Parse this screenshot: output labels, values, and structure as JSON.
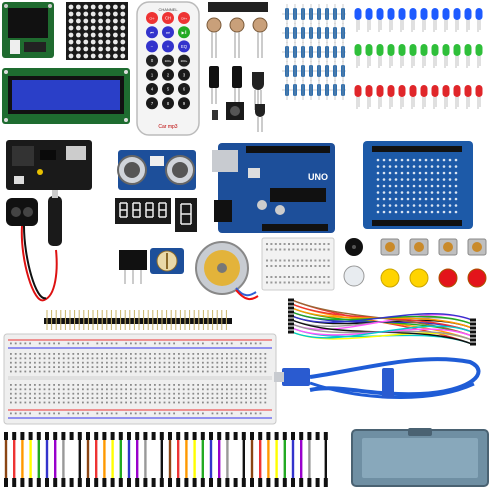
{
  "remote": {
    "label": "CHANNEL",
    "buttons": [
      "CH-",
      "CH",
      "CH+",
      "⏮",
      "⏭",
      "▶‖",
      "−",
      "+",
      "EQ",
      "0",
      "100+",
      "200+",
      "1",
      "2",
      "3",
      "4",
      "5",
      "6",
      "7",
      "8",
      "9"
    ],
    "brand": "Car mp3"
  },
  "uno": {
    "logo": "UNO"
  },
  "colors": {
    "pcb_blue": "#1d4f9a",
    "pcb_green": "#1d6b2a",
    "lcd": "#2a3fc8",
    "wire_blue": "#1f5cd6",
    "led_blue": "#1e5bff",
    "led_green": "#2fbf3a",
    "led_red": "#e0262a",
    "cap_yellow": "#ffd400",
    "cap_red": "#e3141b"
  }
}
